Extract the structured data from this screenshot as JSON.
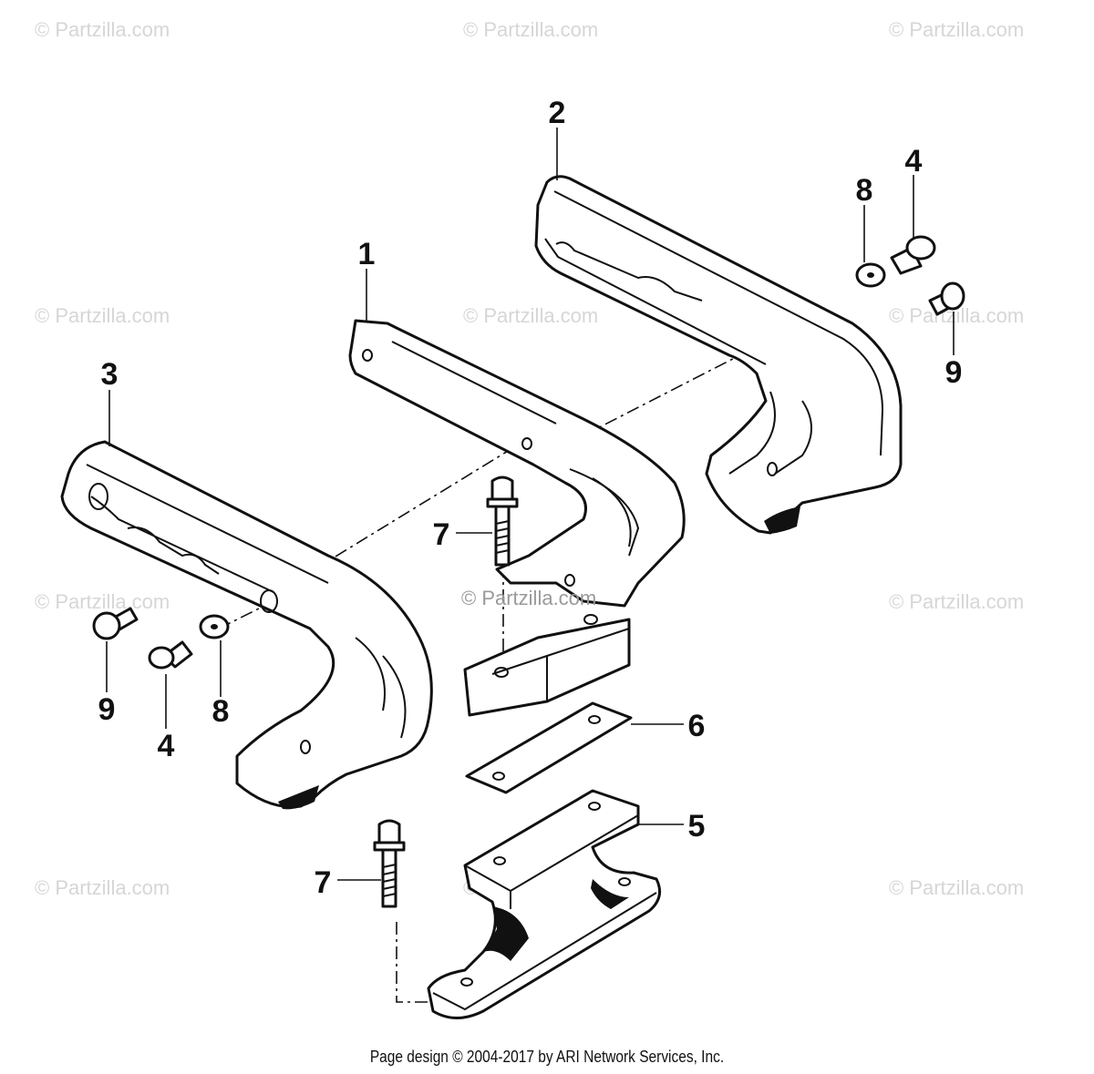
{
  "diagram": {
    "callouts": [
      "1",
      "2",
      "3",
      "4",
      "4",
      "5",
      "6",
      "7",
      "7",
      "8",
      "8",
      "9",
      "9"
    ]
  },
  "watermark": {
    "text": "© Partzilla.com"
  },
  "footer": {
    "text": "Page design © 2004-2017 by ARI Network Services, Inc."
  }
}
